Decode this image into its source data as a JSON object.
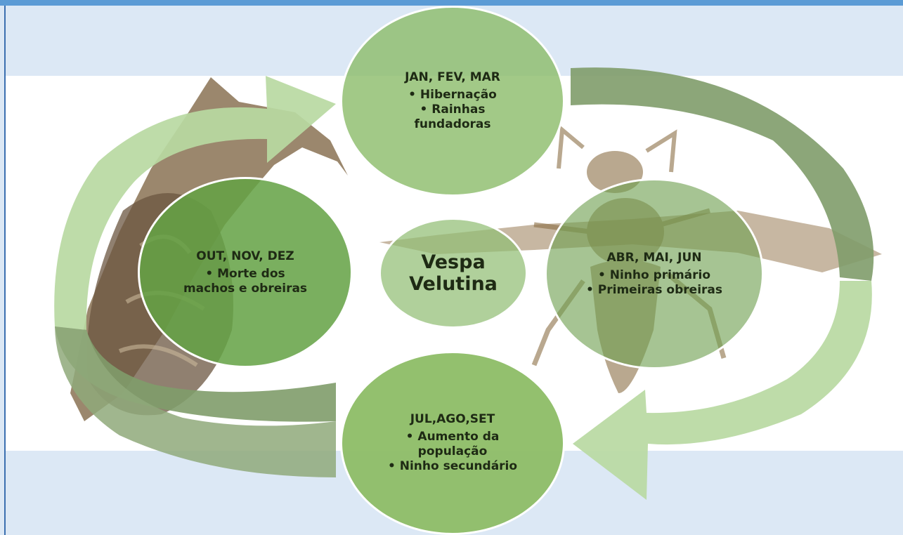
{
  "diagram": {
    "center": {
      "line1": "Vespa",
      "line2": "Velutina"
    },
    "nodes": [
      {
        "id": "top",
        "title": "JAN, FEV, MAR",
        "items": [
          "Hibernação",
          "Rainhas fundadoras"
        ]
      },
      {
        "id": "right",
        "title": "ABR, MAI, JUN",
        "items": [
          "Ninho primário",
          "Primeiras obreiras"
        ]
      },
      {
        "id": "bottom",
        "title": "JUL,AGO,SET",
        "items": [
          "Aumento da população",
          "Ninho secundário"
        ]
      },
      {
        "id": "left",
        "title": "OUT, NOV, DEZ",
        "items": [
          "Morte dos machos e obreiras"
        ]
      }
    ]
  },
  "colors": {
    "background": "#dce8f5",
    "header_bar": "#5b9bd5",
    "node_top": "#8dbd6c",
    "node_right": "#6fa050",
    "node_bottom": "#8fbd68",
    "node_left": "#64a245",
    "arrow_light": "#b8d9a2",
    "arrow_dark": "#7f9c6a"
  }
}
